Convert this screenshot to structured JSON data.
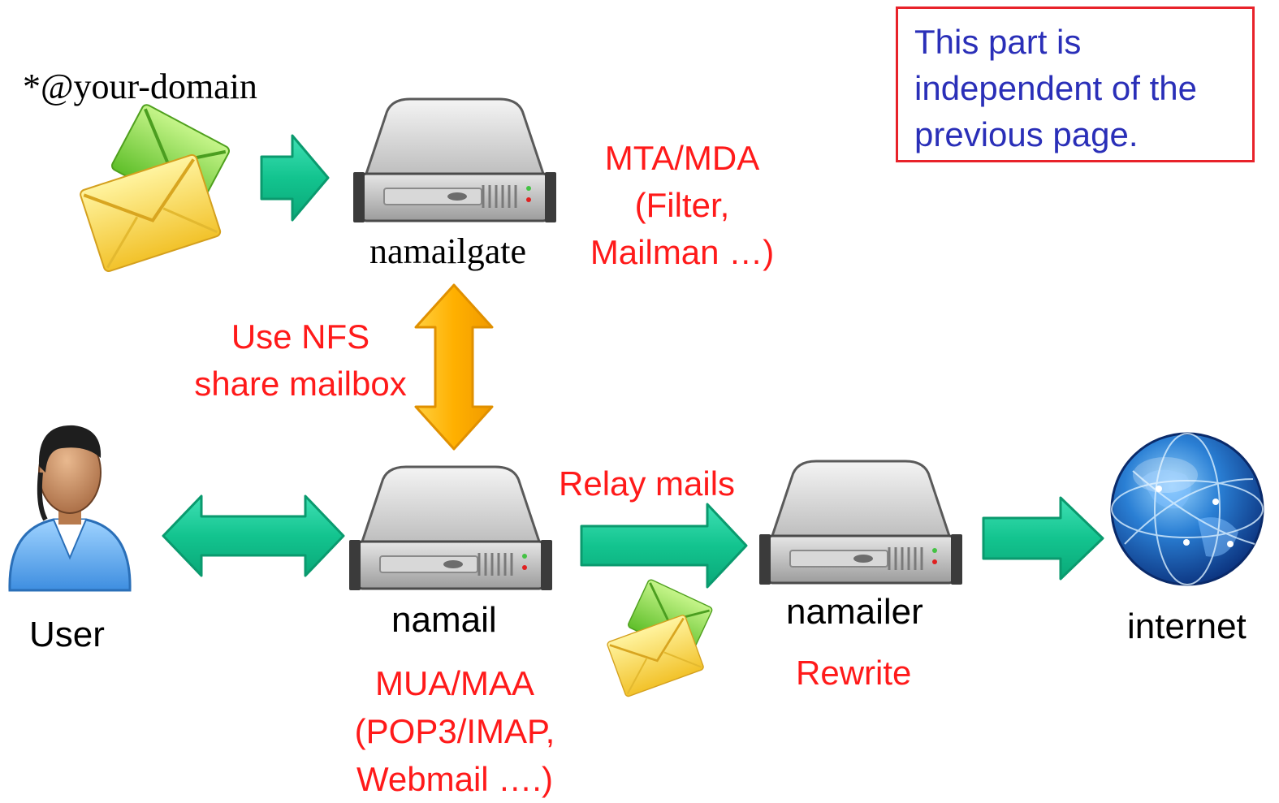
{
  "domain_label": "*@your-domain",
  "servers": {
    "gate": {
      "name": "namailgate",
      "role_lines": [
        "MTA/MDA",
        "(Filter,",
        "Mailman …)"
      ]
    },
    "mail": {
      "name": "namail",
      "role_lines": [
        "MUA/MAA",
        "(POP3/IMAP,",
        "Webmail ….)"
      ]
    },
    "mailer": {
      "name": "namailer",
      "role": "Rewrite"
    }
  },
  "nfs_lines": [
    "Use NFS",
    "share mailbox"
  ],
  "relay_label": "Relay mails",
  "user_label": "User",
  "internet_label": "internet",
  "note_lines": [
    "This part is",
    "independent of the",
    "previous page."
  ],
  "colors": {
    "arrow_green": "#17c997",
    "arrow_orange": "#ffb400",
    "label_red": "#ff1a1a",
    "note_blue": "#2a2fb8",
    "note_border": "#e8222a"
  },
  "icons": [
    "envelope-icon",
    "server-icon",
    "user-icon",
    "globe-icon"
  ]
}
